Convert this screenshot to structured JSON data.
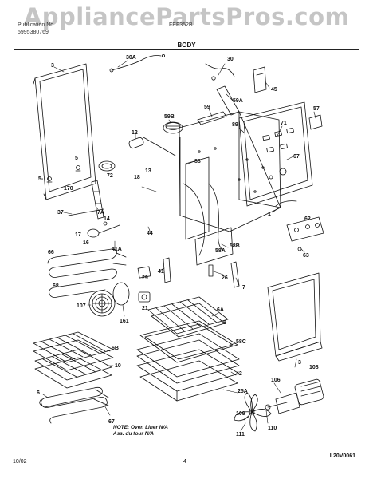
{
  "watermark": "AppliancePartsPros.com",
  "header": {
    "left_line1": "Publication No",
    "left_line2": "5995380769",
    "center": "FEF352B",
    "title": "BODY"
  },
  "note": {
    "line1": "NOTE: Oven Liner N/A",
    "line2": "Ass. du four N/A"
  },
  "footer": {
    "date": "10/02",
    "page": "4",
    "code": "L20V0061"
  },
  "callouts": [
    "3",
    "30A",
    "30",
    "45",
    "59A",
    "59",
    "59B",
    "57",
    "12",
    "71",
    "89",
    "67",
    "5",
    "88",
    "72",
    "13",
    "18",
    "170",
    "5-",
    "7A",
    "37",
    "14",
    "17",
    "16",
    "44",
    "1",
    "62",
    "66",
    "41A",
    "58B",
    "58A",
    "63",
    "29",
    "41",
    "26",
    "7",
    "68",
    "21",
    "107",
    "161",
    "6A",
    "8",
    "58C",
    "6B",
    "10",
    "3",
    "42",
    "108",
    "25A",
    "106",
    "6",
    "109",
    "110",
    "111",
    "67"
  ],
  "colors": {
    "line": "#111111",
    "background": "#ffffff",
    "watermark": "#969696"
  }
}
